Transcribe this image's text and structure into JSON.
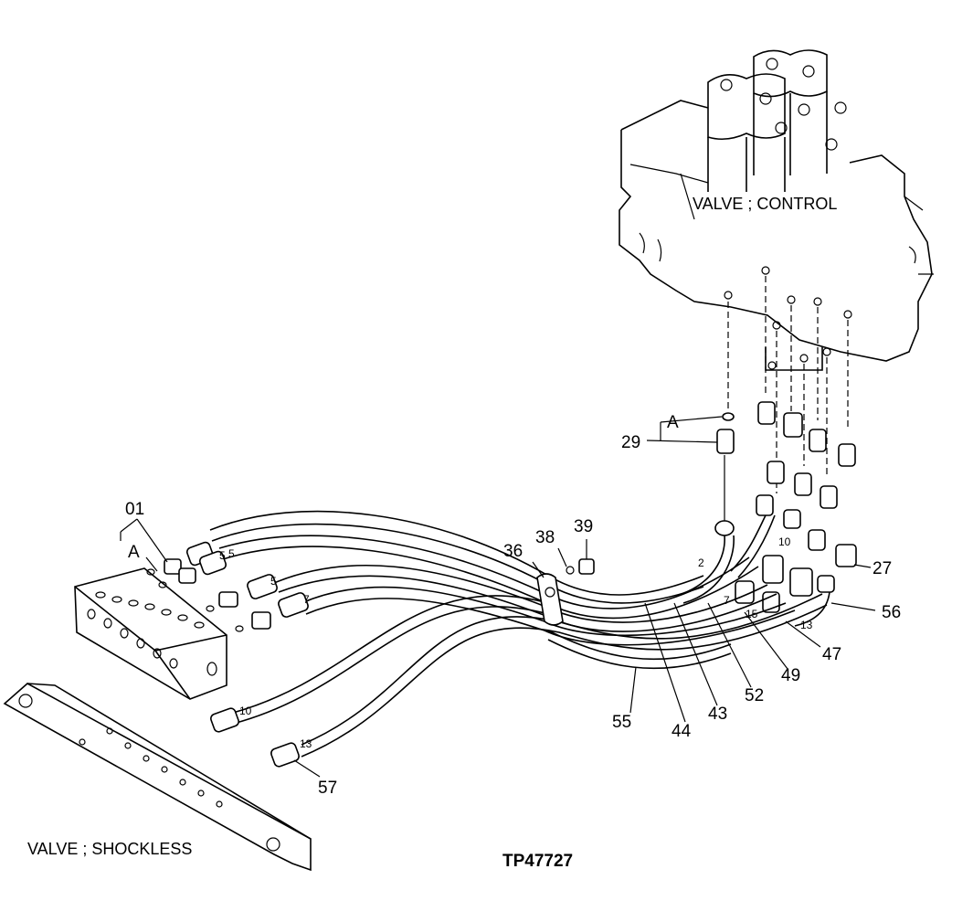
{
  "titles": {
    "control_valve": "VALVE ; CONTROL",
    "shockless_valve": "VALVE ; SHOCKLESS",
    "figure_id": "TP47727"
  },
  "callouts": {
    "c01": "01",
    "cA1": "A",
    "cA2": "A",
    "c29": "29",
    "c36": "36",
    "c38": "38",
    "c39": "39",
    "c27": "27",
    "c56": "56",
    "c47": "47",
    "c49": "49",
    "c52": "52",
    "c43": "43",
    "c44": "44",
    "c55": "55",
    "c57": "57"
  },
  "hose_marks": {
    "m5a": "5",
    "m5b": "5",
    "m5c": "5",
    "m7a": "7",
    "m7b": "7",
    "m10a": "10",
    "m10b": "10",
    "m13a": "13",
    "m13b": "13",
    "m15": "15",
    "m2": "2"
  }
}
